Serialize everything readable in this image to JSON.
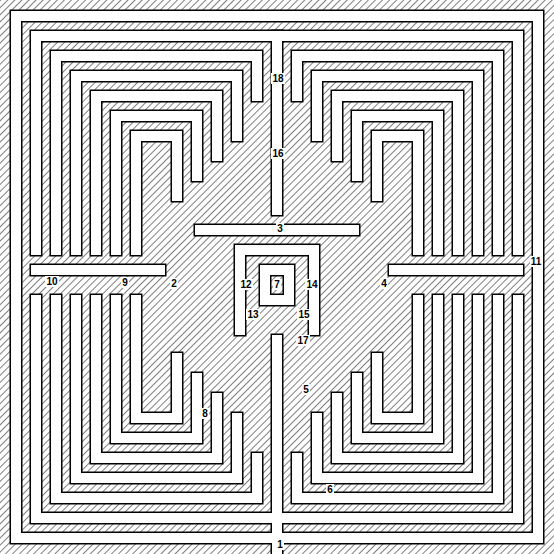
{
  "diagram": {
    "labels": [
      "18",
      "16",
      "3",
      "7",
      "12",
      "14",
      "10",
      "9",
      "2",
      "4",
      "11",
      "13",
      "15",
      "17",
      "8",
      "5",
      "6",
      "1"
    ]
  }
}
